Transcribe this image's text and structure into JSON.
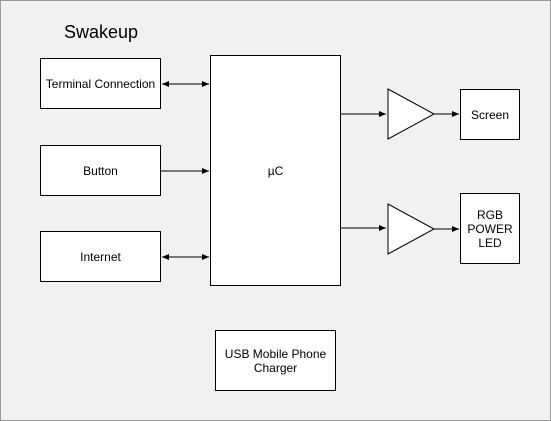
{
  "title": "Swakeup",
  "blocks": {
    "terminal": "Terminal Connection",
    "button": "Button",
    "internet": "Internet",
    "mcu": "µC",
    "screen": "Screen",
    "rgb_line1": "RGB",
    "rgb_line2": "POWER",
    "rgb_line3": "LED",
    "charger_line1": "USB Mobile Phone",
    "charger_line2": "Charger"
  },
  "connections": [
    {
      "from": "Terminal Connection",
      "to": "µC",
      "direction": "bidirectional"
    },
    {
      "from": "Button",
      "to": "µC",
      "direction": "forward"
    },
    {
      "from": "Internet",
      "to": "µC",
      "direction": "bidirectional"
    },
    {
      "from": "µC",
      "to": "Screen",
      "via": "amplifier",
      "direction": "forward"
    },
    {
      "from": "µC",
      "to": "RGB POWER LED",
      "via": "amplifier",
      "direction": "forward"
    }
  ]
}
